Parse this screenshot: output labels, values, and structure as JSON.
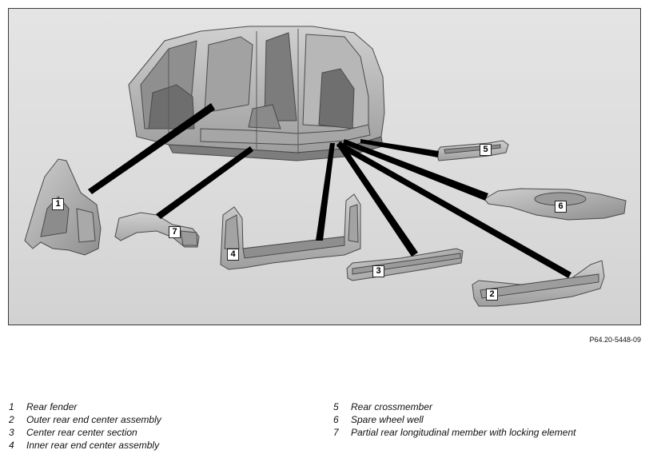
{
  "figure": {
    "callouts": [
      "1",
      "2",
      "3",
      "4",
      "5",
      "6",
      "7"
    ],
    "doc_ref": "P64.20-5448-09"
  },
  "legend": {
    "items": [
      {
        "num": "1",
        "label": "Rear fender"
      },
      {
        "num": "2",
        "label": "Outer rear end center assembly"
      },
      {
        "num": "3",
        "label": "Center rear center section"
      },
      {
        "num": "4",
        "label": "Inner rear end center assembly"
      },
      {
        "num": "5",
        "label": "Rear crossmember"
      },
      {
        "num": "6",
        "label": "Spare wheel well"
      },
      {
        "num": "7",
        "label": "Partial rear longitudinal member with locking element"
      }
    ]
  },
  "colors": {
    "background": "#dcdcdc",
    "part_fill": "#bdbdbd",
    "part_stroke": "#555555",
    "leader": "#000000"
  }
}
